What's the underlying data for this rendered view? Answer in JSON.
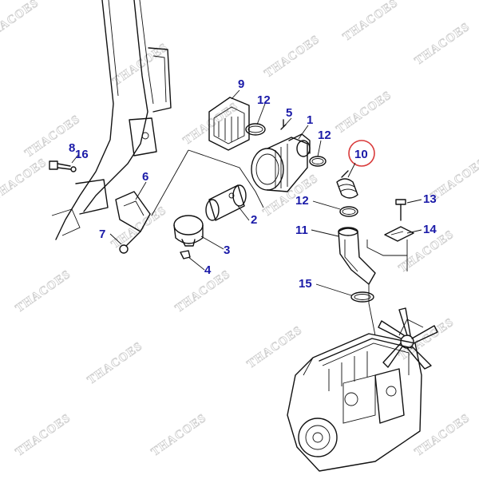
{
  "watermark": "THACOES",
  "highlight_color": "#d93a3a",
  "callout_color": "#1a1aa8",
  "callouts": {
    "p1": "1",
    "p2": "2",
    "p3": "3",
    "p4": "4",
    "p5": "5",
    "p6": "6",
    "p7": "7",
    "p8": "8",
    "p9": "9",
    "p10": "10",
    "p11": "11",
    "p12a": "12",
    "p12b": "12",
    "p12c": "12",
    "p13": "13",
    "p14": "14",
    "p15": "15",
    "p16": "16"
  }
}
